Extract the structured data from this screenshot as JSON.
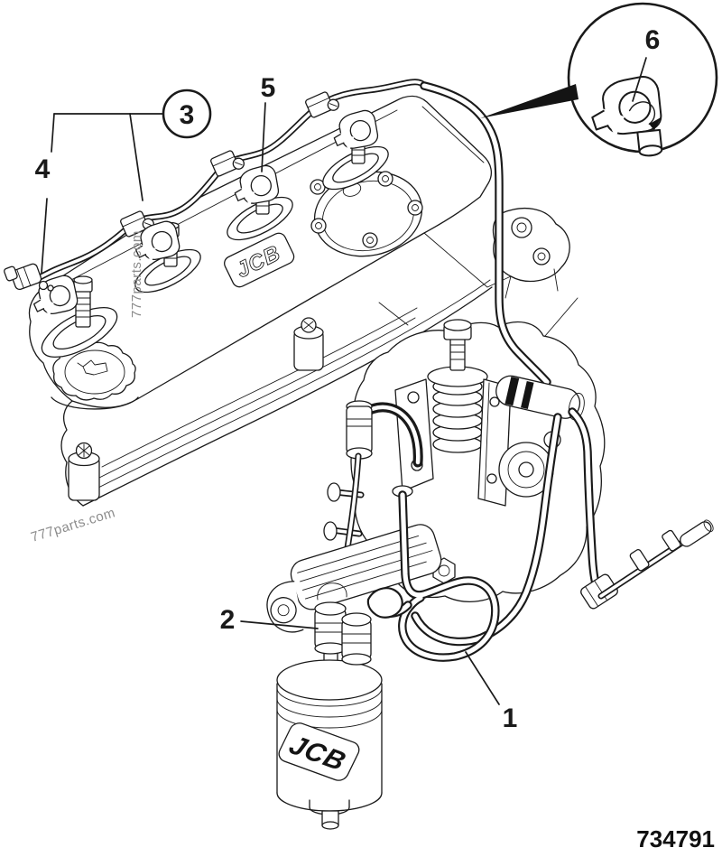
{
  "figure": {
    "part_number": "734791",
    "brand_logo": "JCB"
  },
  "watermarks": {
    "vertical": "777parts.com",
    "diagonal": "777parts.com"
  },
  "callouts": {
    "c1": "1",
    "c2": "2",
    "c3": "3",
    "c4": "4",
    "c5": "5",
    "c6": "6"
  },
  "colors": {
    "ink": "#1a1a1a",
    "watermark_gray": "#8c8c8c",
    "background": "#ffffff"
  }
}
